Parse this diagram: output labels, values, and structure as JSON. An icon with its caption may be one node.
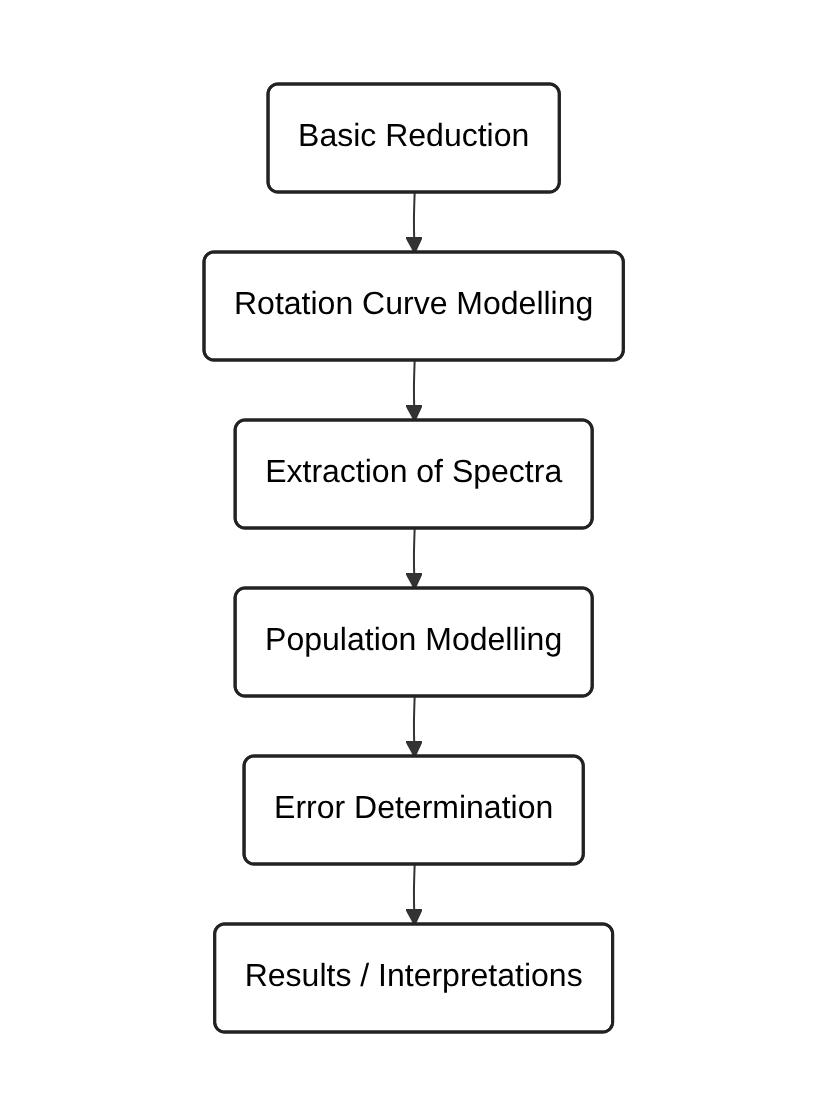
{
  "diagram": {
    "nodes": [
      {
        "text": [
          "Basic Reduction"
        ]
      },
      {
        "text": [
          "Rotation Curve Modelling"
        ]
      },
      {
        "text": [
          "Extraction of Spectra"
        ]
      },
      {
        "text": [
          "Population Modelling"
        ]
      },
      {
        "text": [
          "Error Determination"
        ]
      },
      {
        "text": [
          "Results / Interpretations"
        ]
      }
    ],
    "edges": [
      {
        "from": 0,
        "to": 1,
        "arrow": "to"
      },
      {
        "from": 1,
        "to": 2,
        "arrow": "to"
      },
      {
        "from": 2,
        "to": 3,
        "arrow": "to"
      },
      {
        "from": 3,
        "to": 4,
        "arrow": "to"
      },
      {
        "from": 4,
        "to": 5,
        "arrow": "to"
      }
    ]
  }
}
